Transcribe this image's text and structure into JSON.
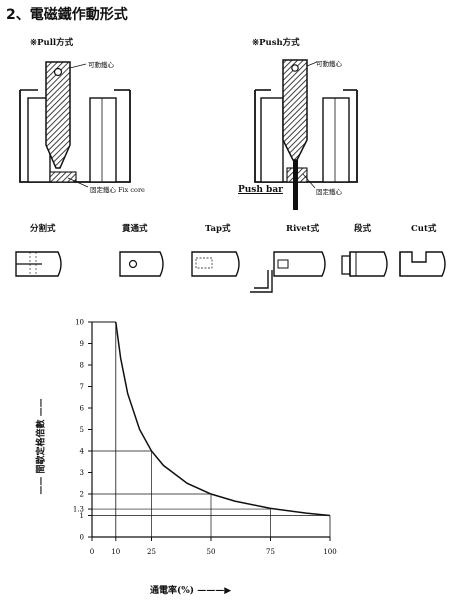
{
  "title": "2、電磁鐵作動形式",
  "pull": {
    "label": "※Pull方式",
    "moving_core": "可動鐵心",
    "fixed_core": "固定鐵心 Fix core"
  },
  "push": {
    "label": "※Push方式",
    "moving_core": "可動鐵心",
    "fixed_core": "固定鐵心",
    "push_bar": "Push bar"
  },
  "plunger_types": [
    "分割式",
    "貫通式",
    "Tap式",
    "Rivet式",
    "段式",
    "Cut式"
  ],
  "chart_data": {
    "type": "line",
    "xlabel": "通電率(%)",
    "ylabel": "間歇定格倍數",
    "x_ticks": [
      "0",
      "10",
      "25",
      "50",
      "75",
      "100"
    ],
    "y_ticks": [
      "0",
      "1",
      "1.3",
      "2",
      "3",
      "4",
      "5",
      "6",
      "7",
      "8",
      "9",
      "10"
    ],
    "xlim": [
      0,
      100
    ],
    "ylim": [
      0,
      10
    ],
    "series": [
      {
        "x": [
          10,
          12,
          15,
          20,
          25,
          30,
          40,
          50,
          60,
          75,
          90,
          100
        ],
        "y": [
          10,
          8.33,
          6.67,
          5,
          4,
          3.33,
          2.5,
          2,
          1.67,
          1.33,
          1.11,
          1
        ]
      }
    ],
    "guides": [
      {
        "x": 25,
        "y": 4
      },
      {
        "x": 50,
        "y": 2
      },
      {
        "x": 75,
        "y": 1.3
      }
    ]
  }
}
